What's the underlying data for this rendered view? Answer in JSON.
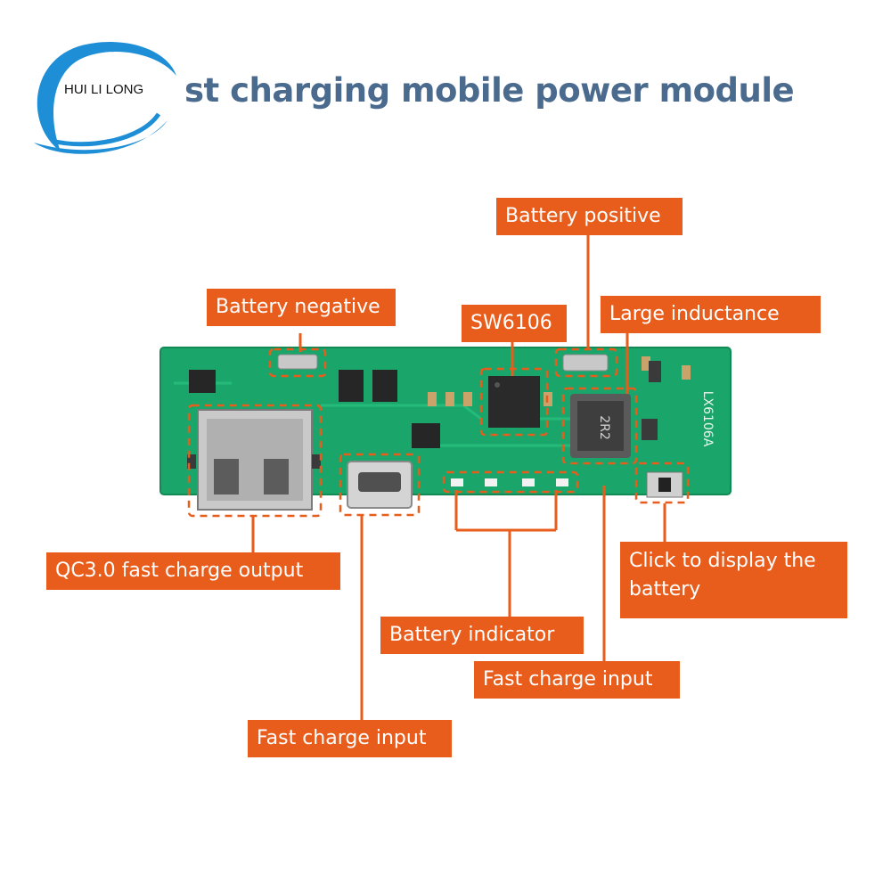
{
  "logo": {
    "text": "HUI LI LONG"
  },
  "title": "st charging mobile power module",
  "board": {
    "silkscreen": "LX6106A",
    "inductor_mark": "2R2"
  },
  "labels": {
    "battery_positive": "Battery positive",
    "battery_negative": "Battery negative",
    "sw6106": "SW6106",
    "large_inductance": "Large inductance",
    "qc_output": "QC3.0 fast charge output",
    "click_display": "Click to display the battery",
    "battery_indicator": "Battery indicator",
    "fast_charge_input_right": "Fast charge input",
    "fast_charge_input_left": "Fast charge input"
  },
  "colors": {
    "accent": "#e85d1c",
    "title": "#4a6a8e",
    "pcb": "#1aa56a",
    "logo_blue": "#1e8fd6"
  }
}
